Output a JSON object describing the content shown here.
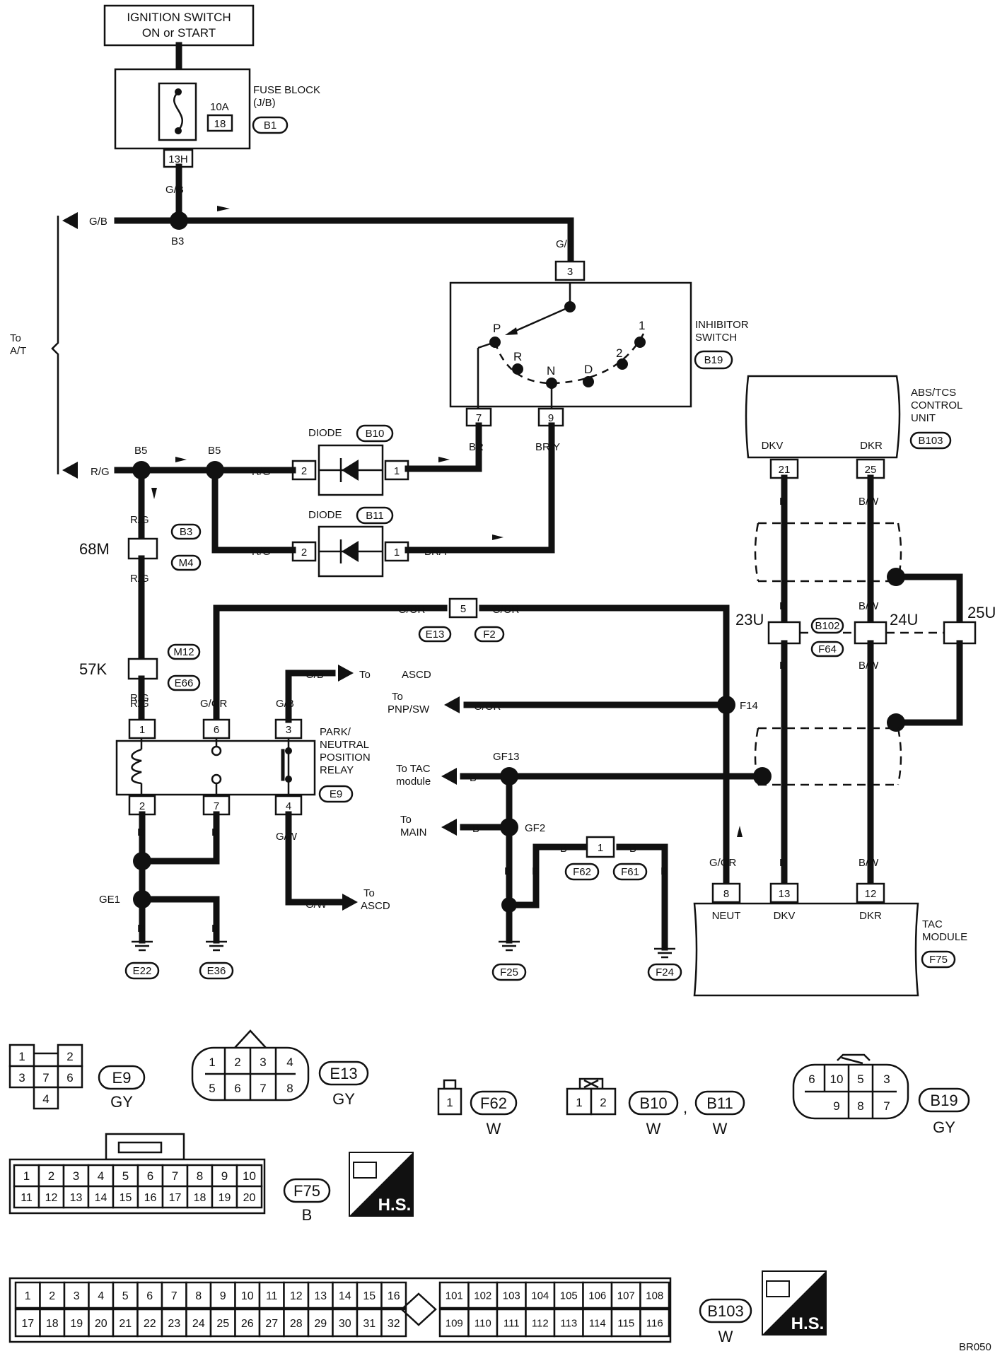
{
  "ignition": {
    "line1": "IGNITION SWITCH",
    "line2": "ON or START"
  },
  "fuse_block": {
    "title": "FUSE BLOCK",
    "sub": "(J/B)",
    "ref": "B1",
    "amp": "10A",
    "fuse_no": "18",
    "pin": "13H"
  },
  "wire_gb": "G/B",
  "wire_rg": "R/G",
  "wire_br": "BR",
  "wire_bry": "BR/Y",
  "wire_gor": "G/OR",
  "wire_b": "B",
  "wire_gw": "G/W",
  "wire_l": "L",
  "wire_bw": "B/W",
  "junctions": {
    "b3": "B3",
    "b5": "B5",
    "f14": "F14",
    "gf13": "GF13",
    "gf2": "GF2",
    "ge1": "GE1"
  },
  "to_at": {
    "line1": "To",
    "line2": "A/T"
  },
  "inhibitor": {
    "title1": "INHIBITOR",
    "title2": "SWITCH",
    "ref": "B19",
    "pin_in": "3",
    "pin_p": "7",
    "pin_n": "9",
    "pos": [
      "P",
      "R",
      "N",
      "D",
      "2",
      "1"
    ]
  },
  "diode1": {
    "title": "DIODE",
    "ref": "B10",
    "pin1": "2",
    "pin2": "1"
  },
  "diode2": {
    "title": "DIODE",
    "ref": "B11",
    "pin1": "2",
    "pin2": "1"
  },
  "conn68m": {
    "label": "68M",
    "ref1": "B3",
    "ref2": "M4"
  },
  "conn57k": {
    "label": "57K",
    "ref1": "M12",
    "ref2": "E66"
  },
  "conn_e13": {
    "pin": "5",
    "ref1": "E13",
    "ref2": "F2"
  },
  "relay": {
    "title1": "PARK/",
    "title2": "NEUTRAL",
    "title3": "POSITION",
    "title4": "RELAY",
    "ref": "E9",
    "pins_top": [
      "1",
      "6",
      "3"
    ],
    "pins_bot": [
      "2",
      "7",
      "4"
    ]
  },
  "to_ascd": {
    "to": "To",
    "name": "ASCD"
  },
  "to_pnp": {
    "line1": "To",
    "line2": "PNP/SW"
  },
  "to_tac": {
    "line1": "To TAC",
    "line2": "module"
  },
  "to_main": {
    "line1": "To",
    "line2": "MAIN"
  },
  "grounds": [
    "E22",
    "E36",
    "F25",
    "F24"
  ],
  "conn_f62": {
    "pin": "1",
    "ref1": "F62",
    "ref2": "F61"
  },
  "abs": {
    "title1": "ABS/TCS",
    "title2": "CONTROL",
    "title3": "UNIT",
    "ref": "B103",
    "sig1": "DKV",
    "sig2": "DKR",
    "pin1": "21",
    "pin2": "25"
  },
  "shield_conns": {
    "c23": "23U",
    "c24": "24U",
    "c25": "25U",
    "ref1": "B102",
    "ref2": "F64"
  },
  "tac": {
    "title1": "TAC",
    "title2": "MODULE",
    "ref": "F75",
    "pins": [
      "8",
      "13",
      "12"
    ],
    "sigs": [
      "NEUT",
      "DKV",
      "DKR"
    ]
  },
  "legend": {
    "e9": {
      "ref": "E9",
      "color": "GY",
      "pins": [
        "1",
        "2",
        "3",
        "7",
        "6",
        "4"
      ]
    },
    "e13": {
      "ref": "E13",
      "color": "GY",
      "pins": [
        "1",
        "2",
        "3",
        "4",
        "5",
        "6",
        "7",
        "8"
      ]
    },
    "f62": {
      "ref": "F62",
      "color": "W",
      "pins": [
        "1"
      ]
    },
    "b10": {
      "ref1": "B10",
      "sep": ",",
      "ref2": "B11",
      "color": "W",
      "pins": [
        "1",
        "2"
      ]
    },
    "b19": {
      "ref": "B19",
      "color": "GY",
      "pins_top": [
        "6",
        "10",
        "5",
        "3"
      ],
      "pins_bot": [
        "9",
        "8",
        "7"
      ]
    },
    "f75": {
      "ref": "F75",
      "color": "B",
      "row1": [
        "1",
        "2",
        "3",
        "4",
        "5",
        "6",
        "7",
        "8",
        "9",
        "10"
      ],
      "row2": [
        "11",
        "12",
        "13",
        "14",
        "15",
        "16",
        "17",
        "18",
        "19",
        "20"
      ]
    },
    "b103": {
      "ref": "B103",
      "color": "W",
      "row1": [
        "1",
        "2",
        "3",
        "4",
        "5",
        "6",
        "7",
        "8",
        "9",
        "10",
        "11",
        "12",
        "13",
        "14",
        "15",
        "16"
      ],
      "row2": [
        "17",
        "18",
        "19",
        "20",
        "21",
        "22",
        "23",
        "24",
        "25",
        "26",
        "27",
        "28",
        "29",
        "30",
        "31",
        "32"
      ],
      "row3": [
        "101",
        "102",
        "103",
        "104",
        "105",
        "106",
        "107",
        "108"
      ],
      "row4": [
        "109",
        "110",
        "111",
        "112",
        "113",
        "114",
        "115",
        "116"
      ]
    },
    "hs": "H.S."
  },
  "figure_id": "BR050"
}
